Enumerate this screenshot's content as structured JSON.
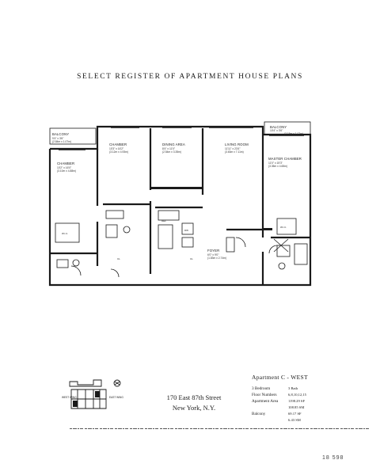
{
  "header": {
    "title": "SELECT REGISTER OF APARTMENT HOUSE PLANS"
  },
  "rooms": {
    "balcony_left": {
      "name": "BALCONY",
      "dims": "9'4\" x 3'6\"",
      "metric": "(2.84m x 1.07m)"
    },
    "chamber_left": {
      "name": "CHAMBER",
      "dims": "10'2\" x 16'0\"",
      "metric": "(3.10m x 4.88m)"
    },
    "chamber_mid": {
      "name": "CHAMBER",
      "dims": "10'3\" x 16'2\"",
      "metric": "(3.12m x 4.93m)"
    },
    "dining_area": {
      "name": "DINING AREA",
      "dims": "8'4\" x 11'0\"",
      "metric": "(2.54m x 3.35m)"
    },
    "living_room": {
      "name": "LIVING ROOM",
      "dims": "11'11\" x 23'4\"",
      "metric": "(3.63m x 7.11m)"
    },
    "balcony_right": {
      "name": "BALCONY",
      "dims": "10'4\" x 3'6\"",
      "metric": "(3.15m x 1.07m)"
    },
    "master_chamber": {
      "name": "MASTER CHAMBER",
      "dims": "11'0\" x 15'3\"",
      "metric": "(3.35m x 4.65m)"
    },
    "foyer": {
      "name": "FOYER",
      "dims": "6'0\" x 9'0\"",
      "metric": "(1.83m x 2.74m)"
    },
    "wic_left": "W.I.C.",
    "wic_right": "W.I.C.",
    "closets": [
      "CL",
      "CL"
    ],
    "kitchen_ref": "REF",
    "kitchen_dw": "DW"
  },
  "key_plan": {
    "west_label": "WEST WING",
    "east_label": "EAST WING"
  },
  "address": {
    "line1": "170 East 87th Street",
    "line2": "New York, N.Y."
  },
  "apartment": {
    "name": "Apartment  C - WEST",
    "bedrooms": "3 Bedroom",
    "baths": "3 Bath",
    "floor_label": "Floor Numbers",
    "floor_value": "6,8,10,12,15",
    "area_label": "Apartment Area",
    "area_sf": "1198.29 SF",
    "area_sm": "108.85 SM",
    "balcony_label": "Balcony",
    "balcony_sf": "69.17 SF",
    "balcony_sm": "6.43 SM"
  },
  "catalog_number": "18 598"
}
